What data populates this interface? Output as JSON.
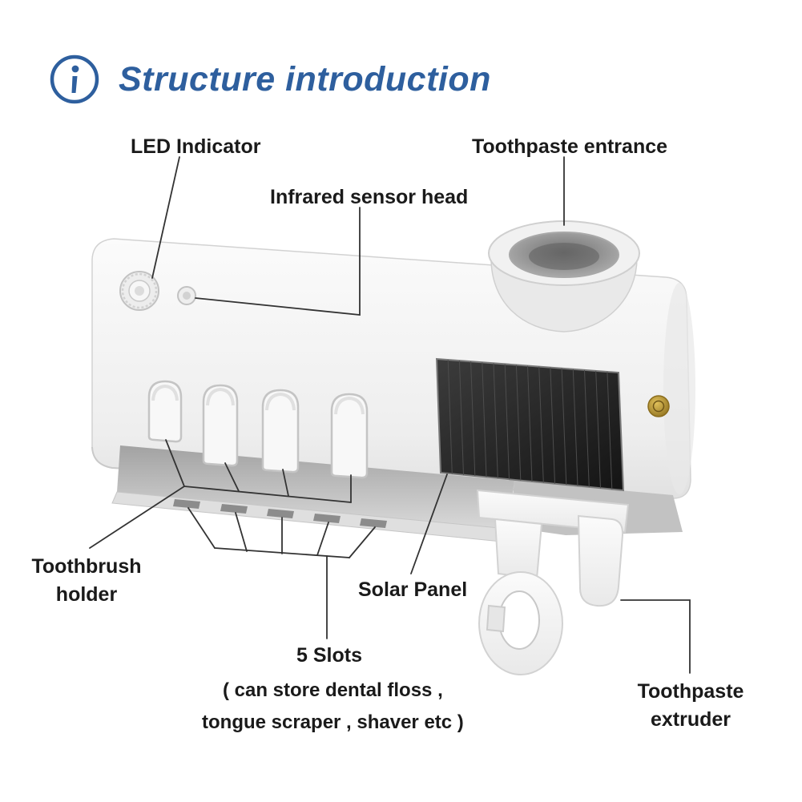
{
  "header": {
    "title": "Structure introduction",
    "icon": "info-icon"
  },
  "callouts": {
    "led_indicator": {
      "label": "LED Indicator"
    },
    "toothpaste_entrance": {
      "label": "Toothpaste entrance"
    },
    "infrared_sensor_head": {
      "label": "Infrared sensor head"
    },
    "toothbrush_holder": {
      "line1": "Toothbrush",
      "line2": "holder"
    },
    "solar_panel": {
      "label": "Solar Panel"
    },
    "five_slots": {
      "label": "5 Slots",
      "note_line1": "( can store dental floss ,",
      "note_line2": "tongue scraper , shaver etc  )"
    },
    "toothpaste_extruder": {
      "line1": "Toothpaste",
      "line2": "extruder"
    }
  },
  "colors": {
    "title_blue": "#2e5f9e",
    "label_black": "#1a1a1a",
    "leader_line": "#333333",
    "solar_panel_dark": "#1e1e1e",
    "button_gold": "#b8932f"
  }
}
